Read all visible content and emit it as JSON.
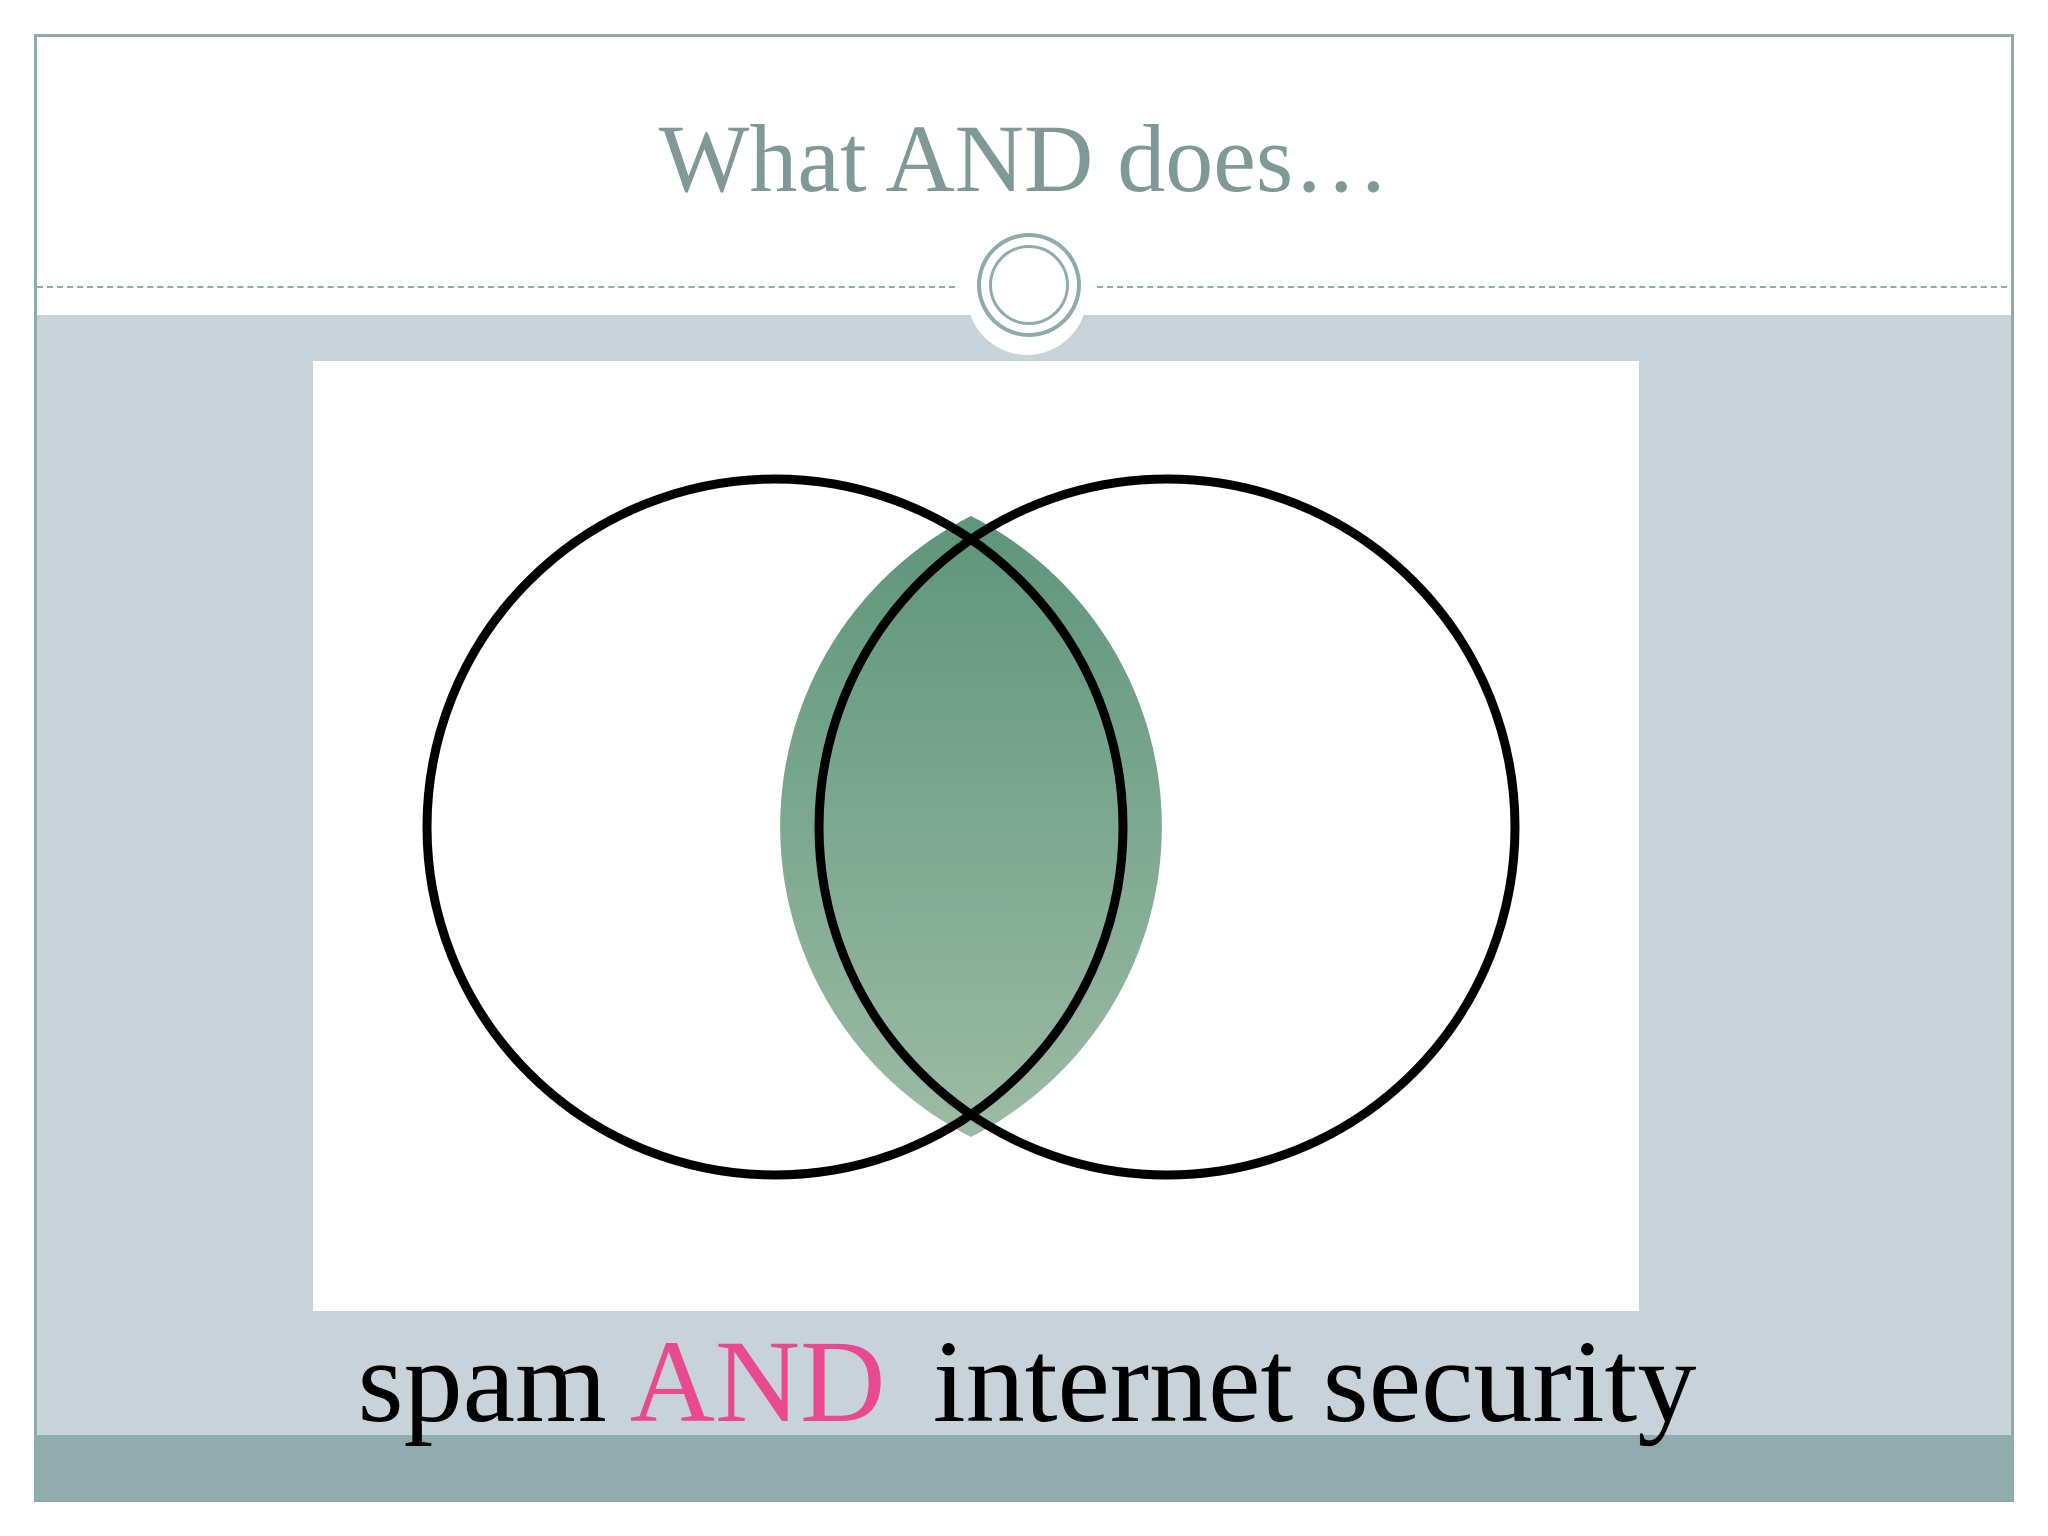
{
  "slide": {
    "title": "What AND does…",
    "caption": {
      "term_left": "spam",
      "operator": "AND",
      "term_right": "internet security"
    }
  },
  "colors": {
    "title_text": "#7f9997",
    "frame_border": "#8faaab",
    "body_background": "#c7d3d8",
    "footer_band": "#91acad",
    "operator_highlight": "#e8498f",
    "intersection_fill_top": "#5e957c",
    "intersection_fill_bottom": "#9cbba6",
    "circle_stroke": "#000000"
  },
  "icons": {
    "ornament": "double-ring-ornament-icon"
  }
}
